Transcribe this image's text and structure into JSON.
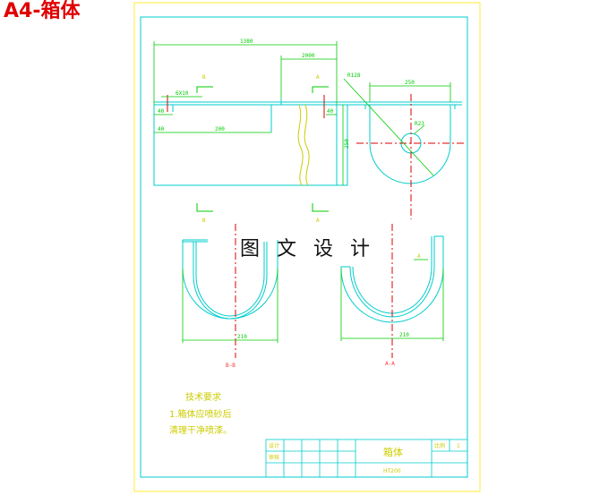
{
  "header": {
    "title": "A4-箱体"
  },
  "watermark": "图 文 设 计",
  "dimensions": {
    "overall_length": "1380",
    "right_length": "2000",
    "front_length": "200",
    "small_a": "40",
    "small_b": "40",
    "small_c": "40",
    "angle_label": "6X10",
    "height": "250",
    "radius_large": "R128",
    "right_width": "250",
    "radius_small": "R23",
    "section_b_width": "210",
    "section_a_width": "210"
  },
  "section_marks": {
    "b_top": "B",
    "b_bottom": "B",
    "a_top": "A",
    "a_bottom": "A",
    "a_right": "A",
    "b_view": "B-B",
    "a_view": "A-A"
  },
  "tech_notes": {
    "heading": "技术要求",
    "line1": "1.箱体应喷砂后",
    "line2": "清理干净喷漆。"
  },
  "title_block": {
    "part_name": "箱体",
    "material": "HT200",
    "cell_design": "设计",
    "cell_check": "审核",
    "cell_scale": "比例",
    "scale_value": "1"
  },
  "colors": {
    "frame": "#ffee33",
    "outline": "#00cccc",
    "dimension": "#00cc00",
    "centerline": "#dd0000",
    "text": "#cccc00",
    "title": "#e00000"
  }
}
